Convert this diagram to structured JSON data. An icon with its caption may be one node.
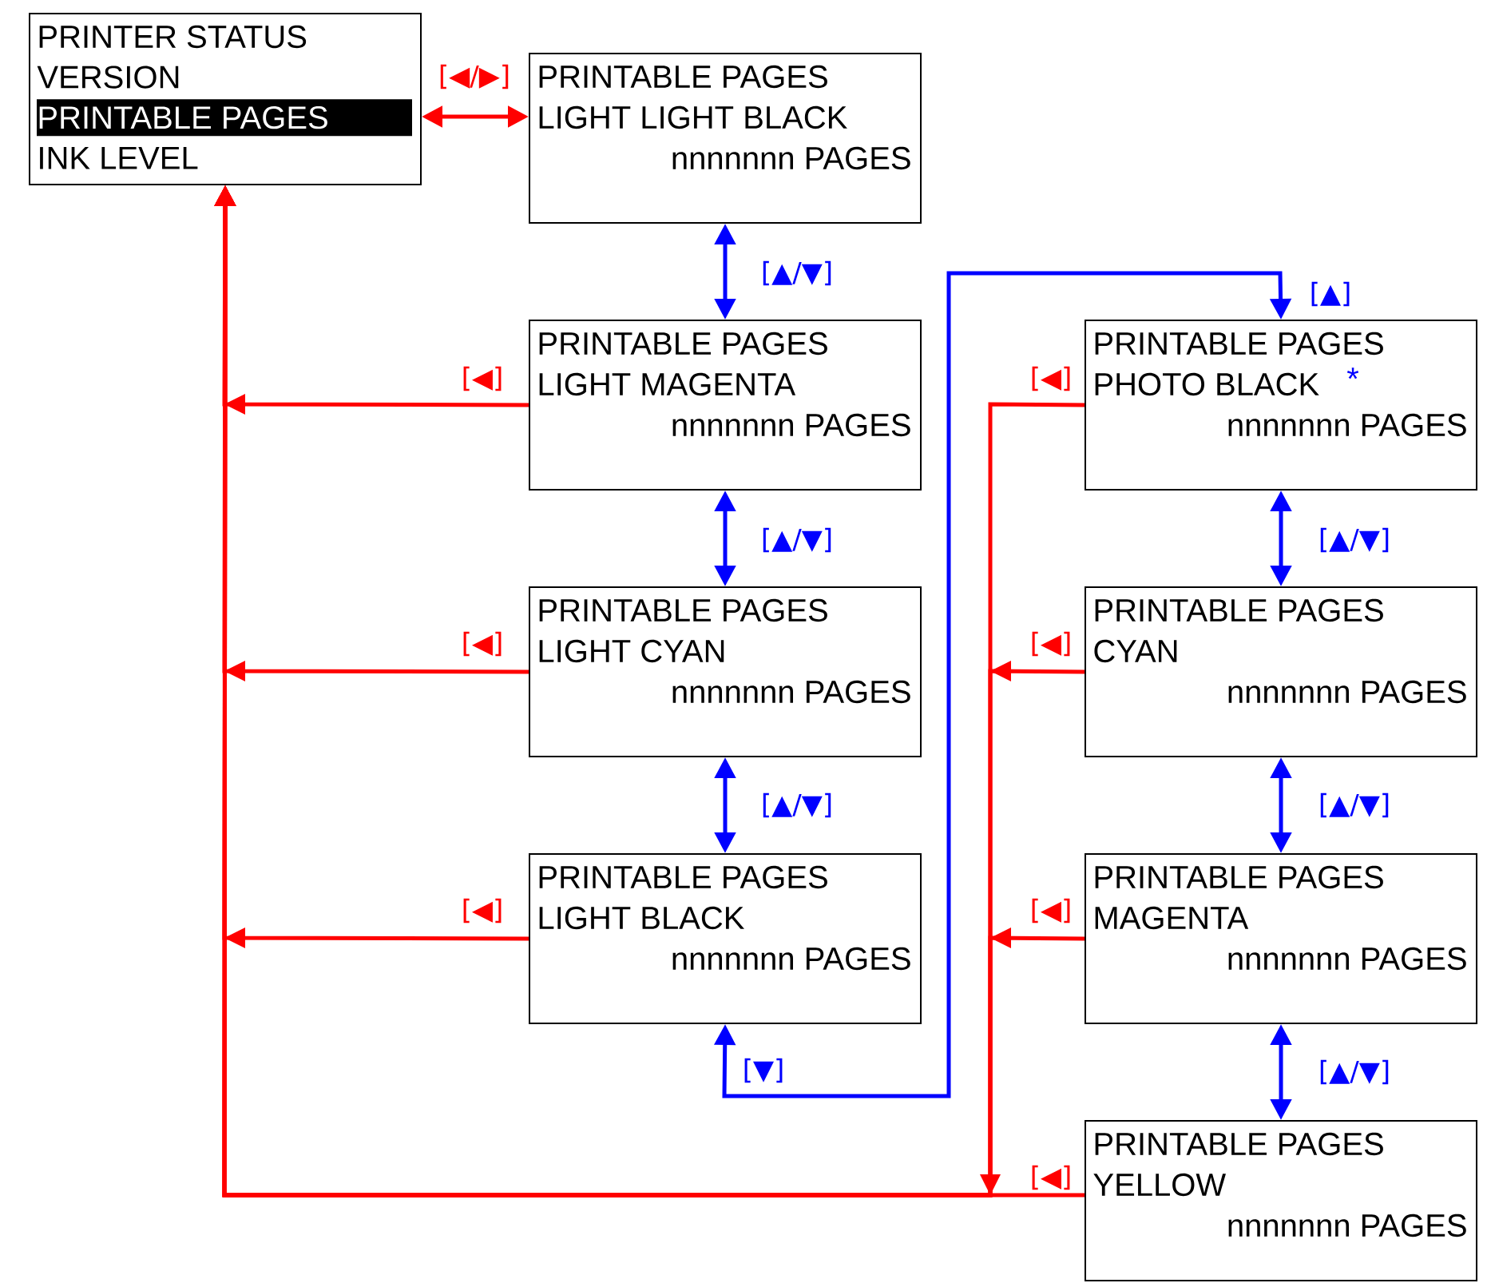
{
  "diagram": {
    "nodes": [
      {
        "text": [
          "PRINTER STATUS",
          "VERSION",
          "PRINTABLE PAGES",
          "INK LEVEL"
        ]
      },
      {
        "text": [
          "PRINTABLE PAGES",
          "LIGHT LIGHT BLACK",
          "nnnnnnn PAGES"
        ]
      },
      {
        "text": [
          "PRINTABLE PAGES",
          "LIGHT MAGENTA",
          "nnnnnnn PAGES"
        ]
      },
      {
        "text": [
          "PRINTABLE PAGES",
          "LIGHT CYAN",
          "nnnnnnn PAGES"
        ]
      },
      {
        "text": [
          "PRINTABLE PAGES",
          "LIGHT BLACK",
          "nnnnnnn PAGES"
        ]
      },
      {
        "text": [
          "PRINTABLE PAGES",
          "PHOTO BLACK",
          "*",
          "nnnnnnn PAGES"
        ]
      },
      {
        "text": [
          "PRINTABLE PAGES",
          "CYAN",
          "nnnnnnn PAGES"
        ]
      },
      {
        "text": [
          "PRINTABLE PAGES",
          "MAGENTA",
          "nnnnnnn PAGES"
        ]
      },
      {
        "text": [
          "PRINTABLE PAGES",
          "YELLOW",
          "nnnnnnn PAGES"
        ]
      }
    ],
    "edges": [
      {
        "from": 0,
        "to": 1,
        "arrow": "both",
        "label": "[◀/▶]",
        "color": "#ff0000"
      },
      {
        "from": 1,
        "to": 2,
        "arrow": "both",
        "label": "[▲/▼]",
        "color": "#0000ff"
      },
      {
        "from": 2,
        "to": 3,
        "arrow": "both",
        "label": "[▲/▼]",
        "color": "#0000ff"
      },
      {
        "from": 3,
        "to": 4,
        "arrow": "both",
        "label": "[▲/▼]",
        "color": "#0000ff"
      },
      {
        "from": 4,
        "to": 5,
        "arrow": "both",
        "label": "[▲]",
        "color": "#0000ff"
      },
      {
        "from": 5,
        "to": 6,
        "arrow": "both",
        "label": "[▲/▼]",
        "color": "#0000ff"
      },
      {
        "from": 6,
        "to": 7,
        "arrow": "both",
        "label": "[▲/▼]",
        "color": "#0000ff"
      },
      {
        "from": 7,
        "to": 8,
        "arrow": "both",
        "label": "[▲/▼]",
        "color": "#0000ff"
      },
      {
        "from": 2,
        "to": 0,
        "arrow": "to",
        "label": "[◀]",
        "color": "#ff0000"
      },
      {
        "from": 3,
        "to": 0,
        "arrow": "to",
        "label": "[◀]",
        "color": "#ff0000"
      },
      {
        "from": 4,
        "to": 0,
        "arrow": "to",
        "label": "[◀]",
        "color": "#ff0000"
      },
      {
        "from": 5,
        "to": 0,
        "arrow": "to",
        "label": "[◀]",
        "color": "#ff0000"
      },
      {
        "from": 6,
        "to": 0,
        "arrow": "to",
        "label": "[◀]",
        "color": "#ff0000"
      },
      {
        "from": 7,
        "to": 0,
        "arrow": "to",
        "label": "[◀]",
        "color": "#ff0000"
      },
      {
        "from": 8,
        "to": 0,
        "arrow": "to",
        "label": "[◀]",
        "color": "#ff0000"
      }
    ],
    "labels": [
      "[▼]"
    ]
  }
}
